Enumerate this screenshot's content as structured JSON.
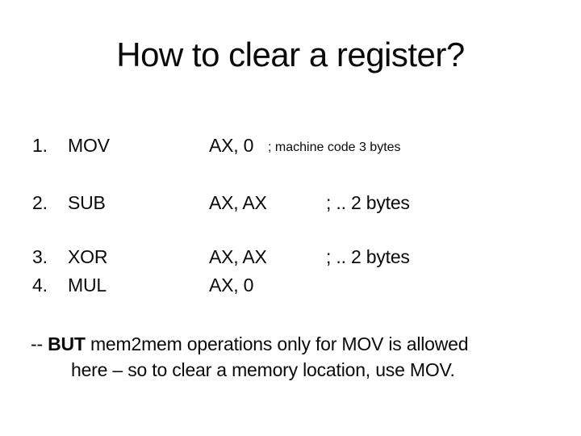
{
  "slide": {
    "title": "How to clear a register?",
    "instructions": [
      {
        "number": "1.",
        "mnemonic": "MOV",
        "operands": "AX, 0",
        "comment": "; machine code 3 bytes"
      },
      {
        "number": "2.",
        "mnemonic": "SUB",
        "operands": "AX, AX",
        "comment": "; .. 2 bytes"
      },
      {
        "number": "3.",
        "mnemonic": "XOR",
        "operands": "AX, AX",
        "comment": "; .. 2 bytes"
      },
      {
        "number": "4.",
        "mnemonic": "MUL",
        "operands": "AX, 0",
        "comment": ""
      }
    ],
    "note": {
      "line1_prefix": "-- ",
      "line1_emphasis": "BUT",
      "line1_rest": " mem2mem operations only for MOV is allowed",
      "line2": "here – so to clear a memory location, use MOV."
    },
    "colors": {
      "text": "#0a0a0a",
      "background": "#ffffff"
    }
  }
}
